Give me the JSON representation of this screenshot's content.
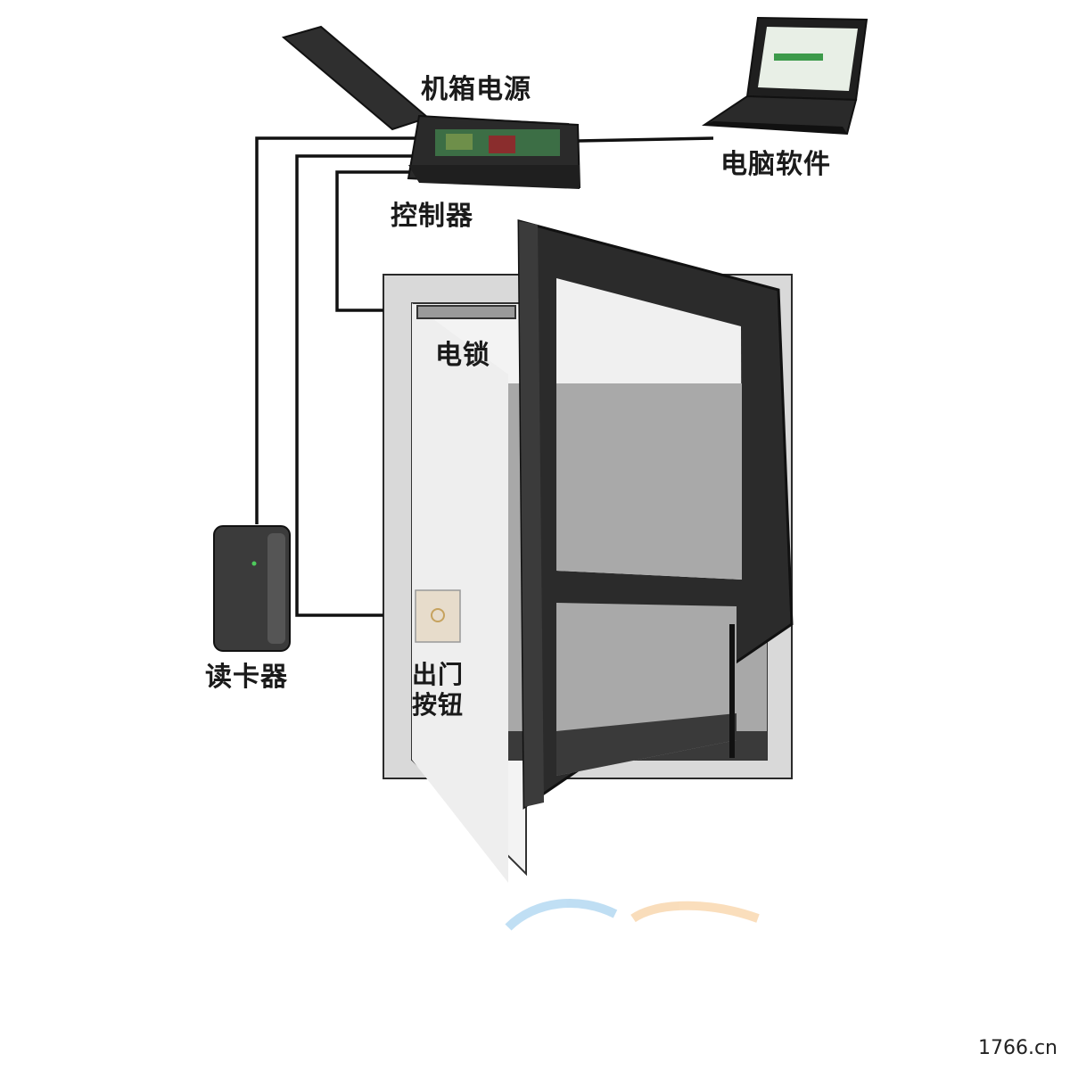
{
  "labels": {
    "chassis_power": "机箱电源",
    "pc_software": "电脑软件",
    "controller": "控制器",
    "electric_lock": "电锁",
    "card_reader": "读卡器",
    "exit_button": "出门\n按钮"
  },
  "watermark": "1766.cn",
  "colors": {
    "wire": "#111111",
    "door_frame": "#2b2b2b",
    "door_glass": "#a9a9a9",
    "wall_frame": "#d8d8d8",
    "inner_wall": "#f2f2f2"
  },
  "icons": [
    "controller-box-icon",
    "laptop-icon",
    "card-reader-icon",
    "exit-button-icon",
    "electric-lock-icon"
  ]
}
